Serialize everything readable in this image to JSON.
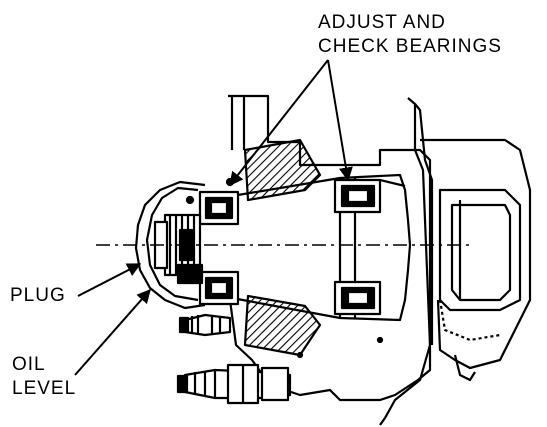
{
  "labels": {
    "adjust_line1": "ADJUST AND",
    "adjust_line2": "CHECK BEARINGS",
    "plug": "PLUG",
    "oil_line1": "OIL",
    "oil_line2": "LEVEL"
  },
  "colors": {
    "ink": "#000000",
    "paper": "#ffffff"
  }
}
